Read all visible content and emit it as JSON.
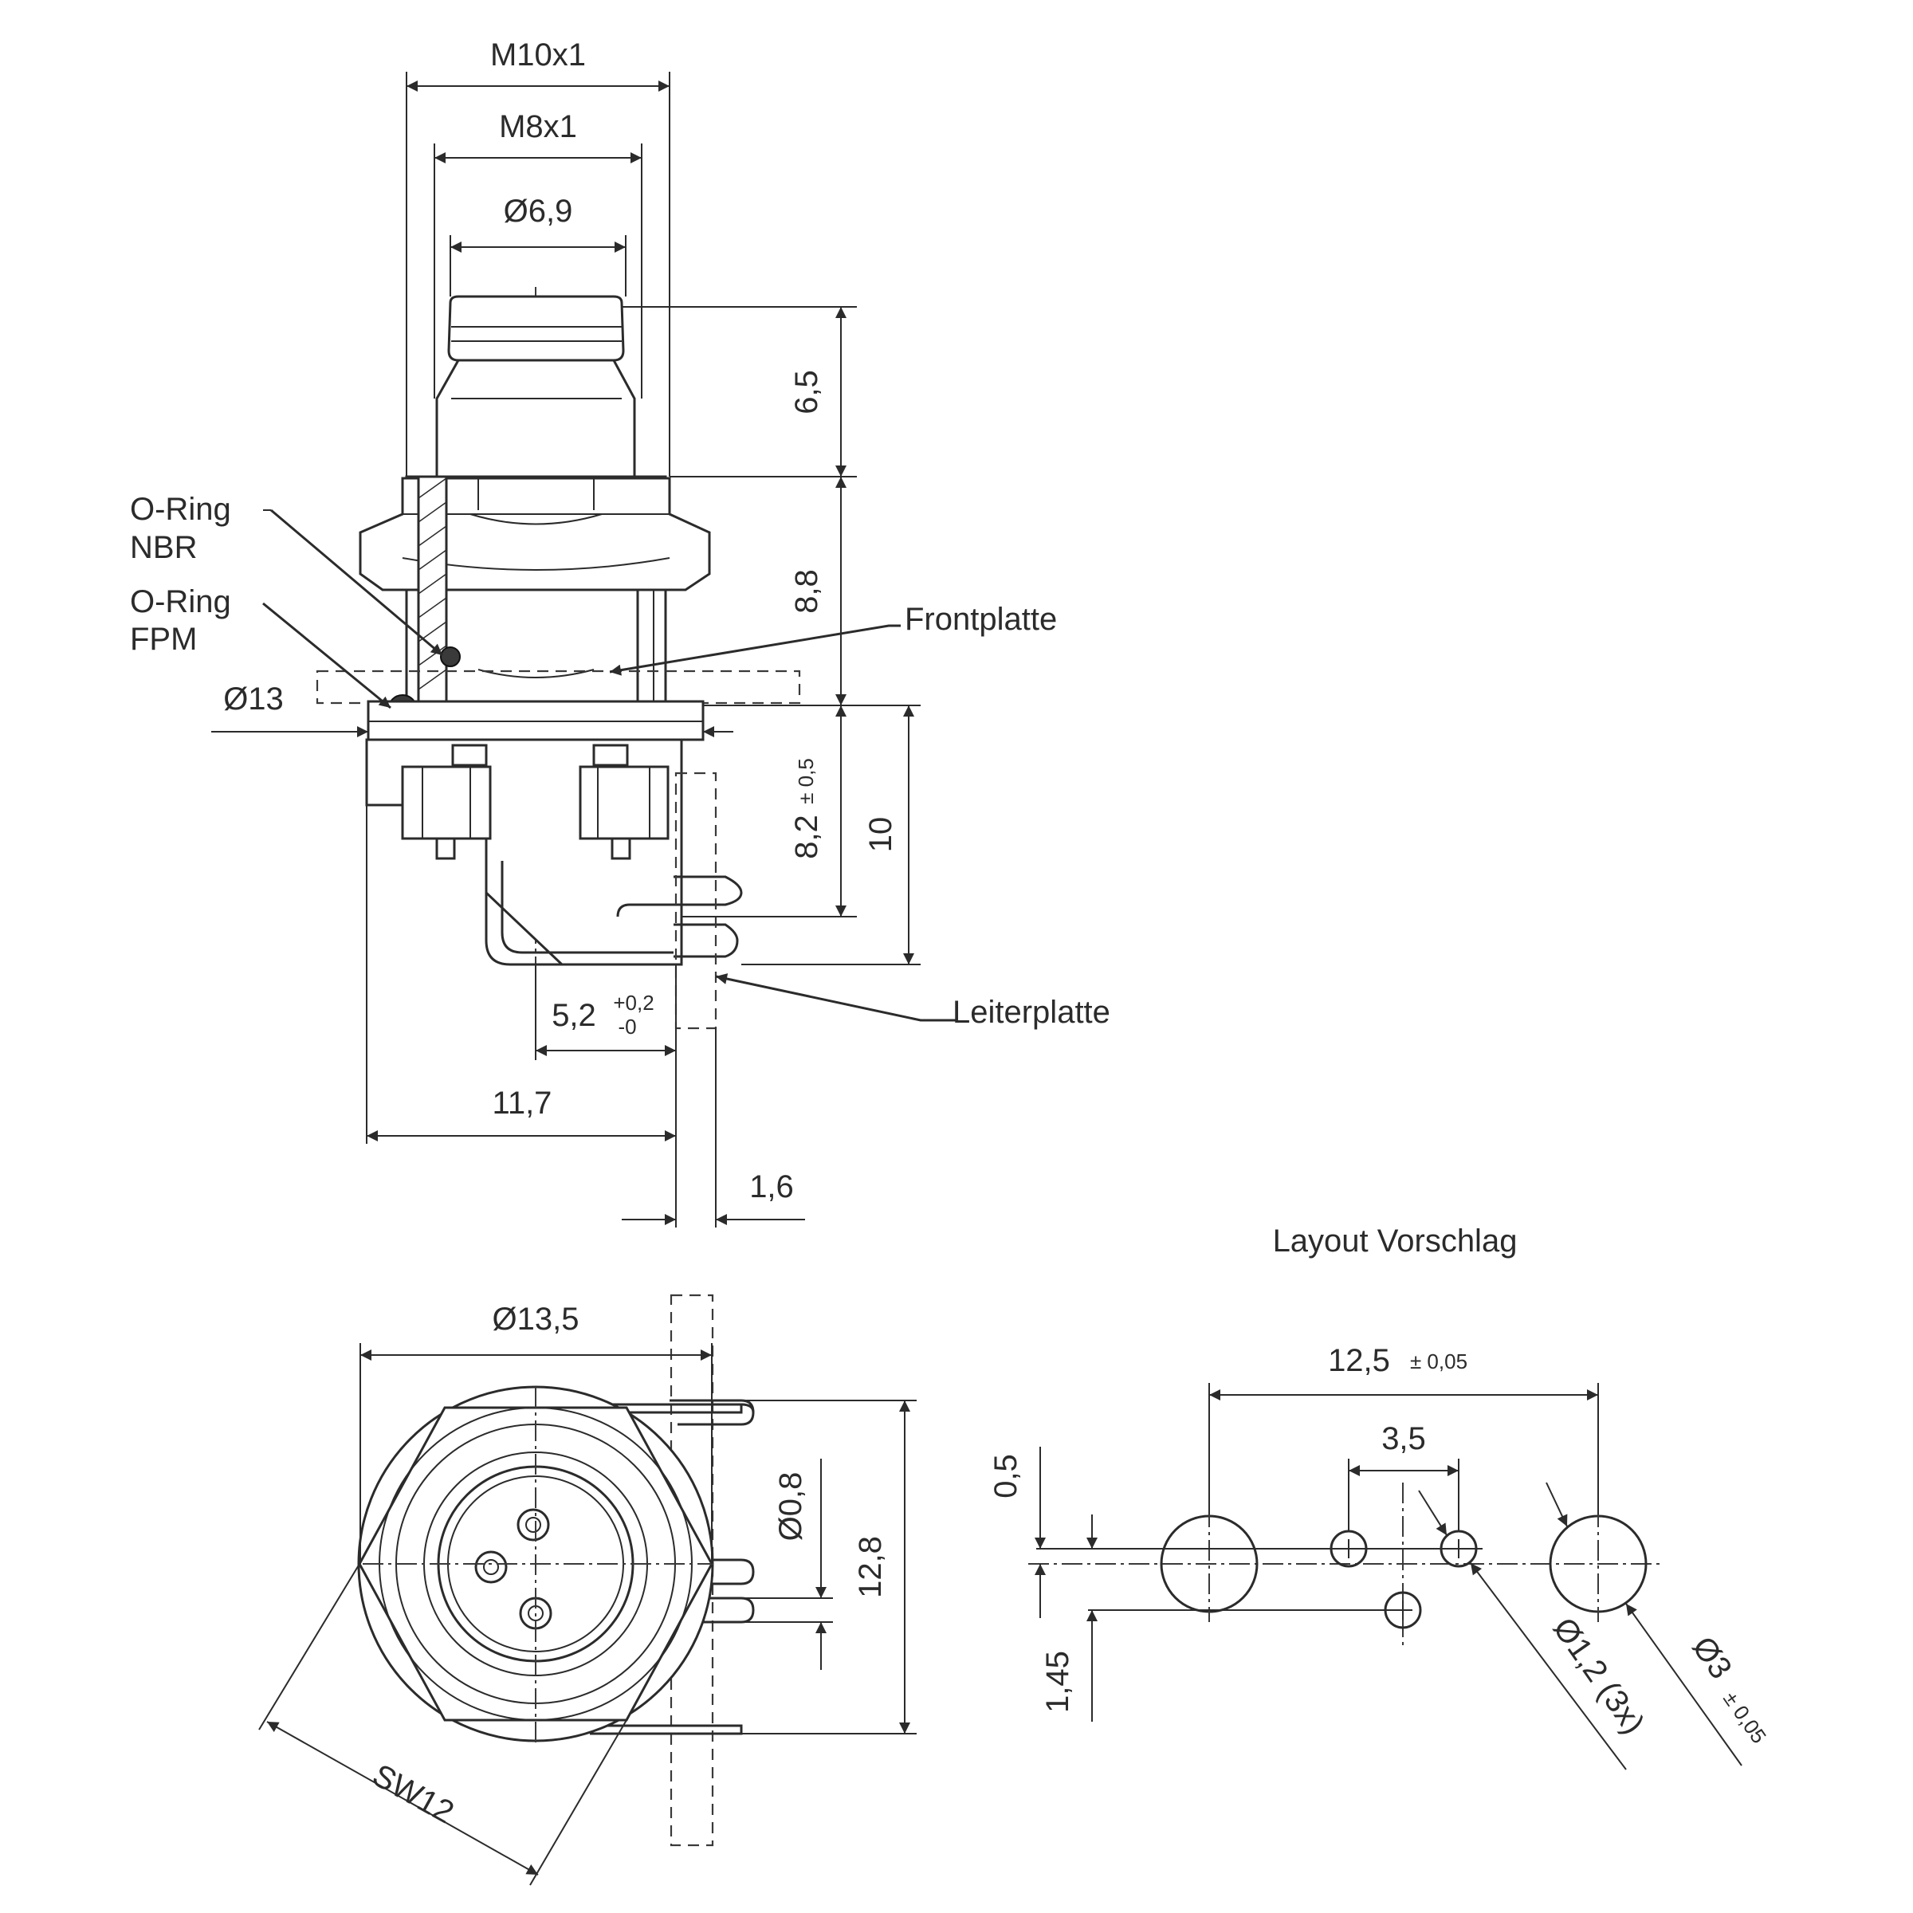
{
  "side_view": {
    "dims": {
      "thread_outer": "M10x1",
      "thread_inner": "M8x1",
      "dia_6_9": "Ø6,9",
      "len_6_5": "6,5",
      "len_8_8": "8,8",
      "dia_13": "Ø13",
      "len_8_2": "8,2",
      "tol_8_2": "± 0,5",
      "len_10": "10",
      "len_5_2": "5,2",
      "tol_5_2_plus": "+0,2",
      "tol_5_2_minus": "-0",
      "len_11_7": "11,7",
      "len_1_6": "1,6"
    },
    "labels": {
      "oring_nbr_line1": "O-Ring",
      "oring_nbr_line2": "NBR",
      "oring_fpm_line1": "O-Ring",
      "oring_fpm_line2": "FPM",
      "frontplatte": "Frontplatte",
      "leiterplatte": "Leiterplatte"
    }
  },
  "front_view": {
    "dims": {
      "dia_13_5": "Ø13,5",
      "dia_0_8": "Ø0,8",
      "len_12_8": "12,8",
      "sw12": "SW12"
    }
  },
  "layout": {
    "title": "Layout Vorschlag",
    "dims": {
      "len_12_5": "12,5",
      "tol_12_5": "± 0,05",
      "len_3_5": "3,5",
      "len_0_5": "0,5",
      "len_1_45": "1,45",
      "dia_1_2": "Ø1,2 (3x)",
      "dia_3": "Ø3",
      "tol_3": "± 0,05"
    }
  }
}
